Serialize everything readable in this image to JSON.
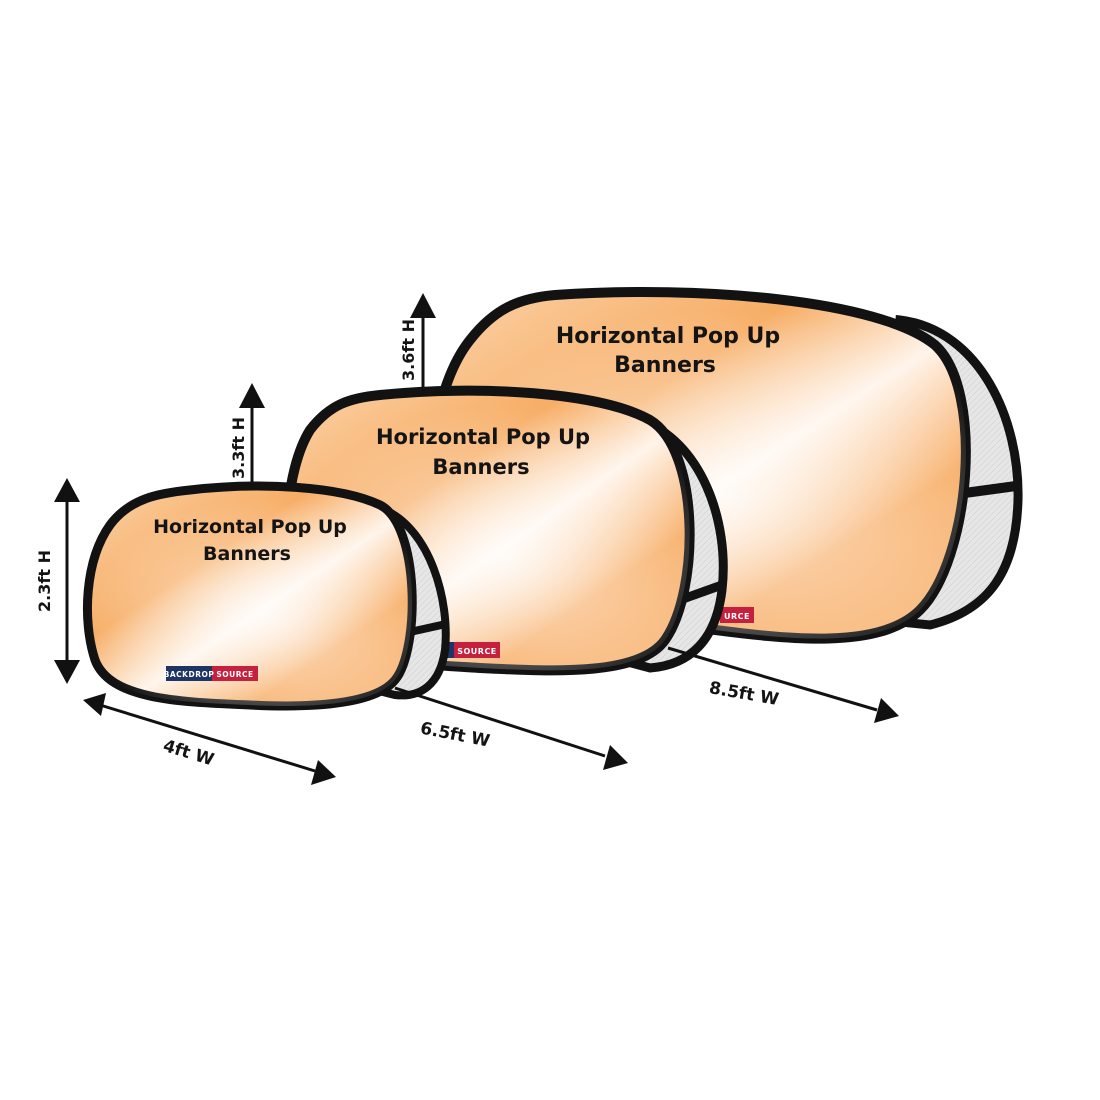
{
  "banners": [
    {
      "id": "small",
      "line1": "Horizontal Pop Up",
      "line2": "Banners",
      "width_label": "4ft W",
      "height_label": "2.3ft H",
      "logo_left": "BACKDROP",
      "logo_right": "SOURCE"
    },
    {
      "id": "medium",
      "line1": "Horizontal Pop Up",
      "line2": "Banners",
      "width_label": "6.5ft W",
      "height_label": "3.3ft H",
      "logo_left": "",
      "logo_right": "SOURCE"
    },
    {
      "id": "large",
      "line1": "Horizontal Pop Up",
      "line2": "Banners",
      "width_label": "8.5ft W",
      "height_label": "3.6ft H",
      "logo_left": "",
      "logo_right": "URCE"
    }
  ],
  "colors": {
    "frame": "#121212",
    "banner_orange": "#f6a65a",
    "banner_light": "#fde2c6",
    "mesh": "#e4e4e4",
    "logo_navy": "#1d3464",
    "logo_red": "#c5203e",
    "arrow": "#111111"
  }
}
